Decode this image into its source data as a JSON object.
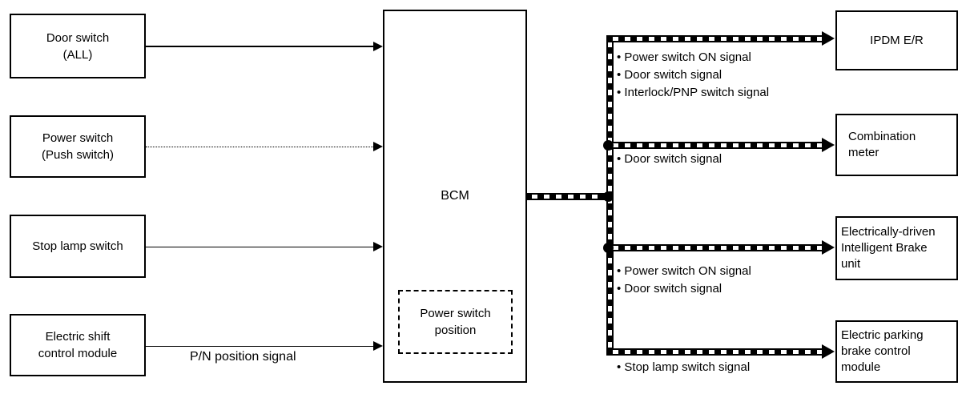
{
  "nodes": {
    "left": [
      {
        "label": "Door switch\n(ALL)"
      },
      {
        "label": "Power switch\n(Push switch)"
      },
      {
        "label": "Stop lamp switch"
      },
      {
        "label": "Electric shift\ncontrol module"
      }
    ],
    "center": {
      "label": "BCM",
      "inner_label": "Power switch\nposition"
    },
    "right": [
      {
        "label": "IPDM E/R"
      },
      {
        "label": "Combination\nmeter"
      },
      {
        "label": "Electrically-driven\nIntelligent Brake\nunit"
      },
      {
        "label": "Electric parking\nbrake control\nmodule"
      }
    ]
  },
  "signals": {
    "bullet_char": "•",
    "pn_label": "P/N position signal",
    "to_ipdm": [
      "Power switch ON signal",
      "Door switch signal",
      "Interlock/PNP switch signal"
    ],
    "to_combination_meter": [
      "Door switch signal"
    ],
    "to_brake_unit": [
      "Power switch ON signal",
      "Door switch signal"
    ],
    "to_parking_brake": [
      "Stop lamp switch signal"
    ]
  },
  "colors": {
    "line": "#000000",
    "background": "#ffffff"
  }
}
